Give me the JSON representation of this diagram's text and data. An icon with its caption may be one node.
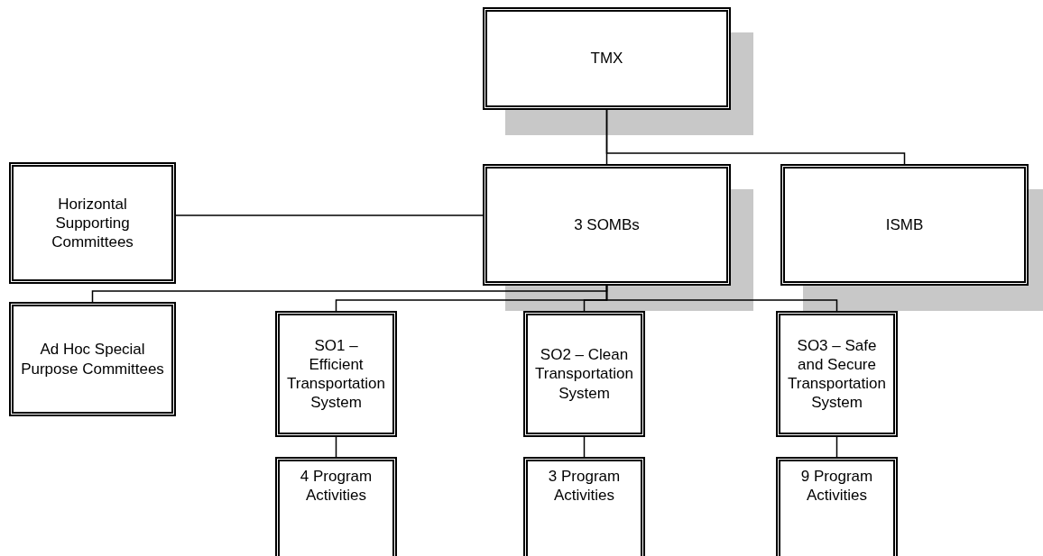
{
  "diagram": {
    "nodes": [
      {
        "text": [
          "TMX"
        ]
      },
      {
        "text": [
          "Horizontal Supporting Committees"
        ]
      },
      {
        "text": [
          "3 SOMBs"
        ]
      },
      {
        "text": [
          "ISMB"
        ]
      },
      {
        "text": [
          "Ad Hoc Special Purpose Committees"
        ]
      },
      {
        "text": [
          "SO1 – Efficient Transportation System"
        ]
      },
      {
        "text": [
          "SO2 – Clean Transportation System"
        ]
      },
      {
        "text": [
          "SO3 – Safe and Secure Transportation System"
        ]
      },
      {
        "text": [
          "4 Program Activities"
        ]
      },
      {
        "text": [
          "3 Program Activities"
        ]
      },
      {
        "text": [
          "9 Program Activities"
        ]
      }
    ],
    "edges": [
      {
        "from": 0,
        "to": 2,
        "arrow": "none"
      },
      {
        "from": 0,
        "to": 3,
        "arrow": "none"
      },
      {
        "from": 2,
        "to": 1,
        "arrow": "none"
      },
      {
        "from": 2,
        "to": 4,
        "arrow": "none"
      },
      {
        "from": 2,
        "to": 5,
        "arrow": "none"
      },
      {
        "from": 2,
        "to": 6,
        "arrow": "none"
      },
      {
        "from": 2,
        "to": 7,
        "arrow": "none"
      },
      {
        "from": 5,
        "to": 8,
        "arrow": "none"
      },
      {
        "from": 6,
        "to": 9,
        "arrow": "none"
      },
      {
        "from": 7,
        "to": 10,
        "arrow": "none"
      }
    ]
  }
}
